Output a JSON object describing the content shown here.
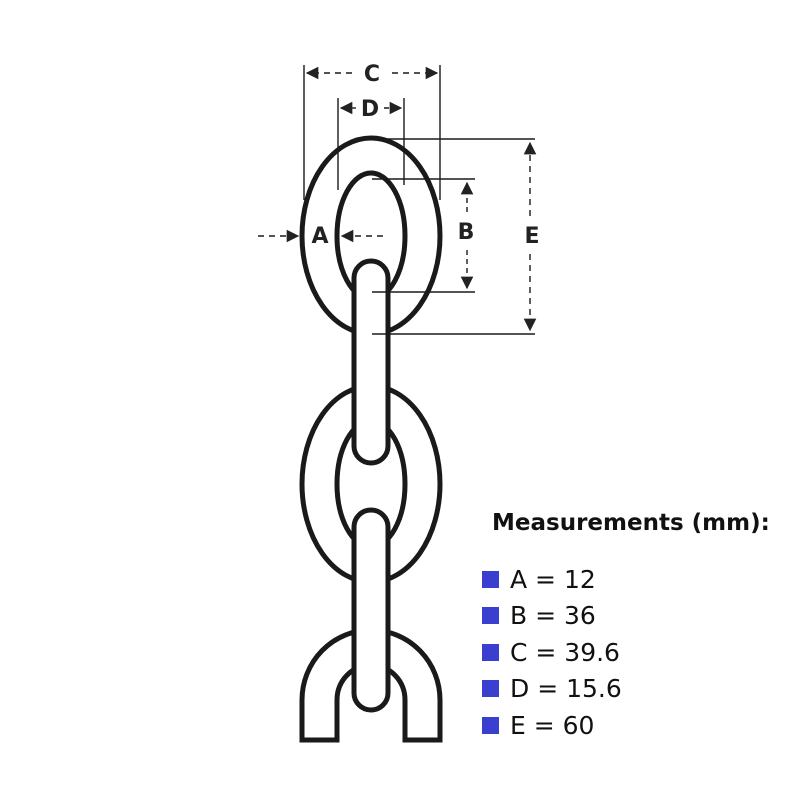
{
  "dimension_labels": {
    "a": "A",
    "b": "B",
    "c": "C",
    "d": "D",
    "e": "E"
  },
  "legend": {
    "title": "Measurements (mm):",
    "swatch_color": "#3a3fcf",
    "items": [
      {
        "text": "A = 12"
      },
      {
        "text": "B = 36"
      },
      {
        "text": "C = 39.6"
      },
      {
        "text": "D = 15.6"
      },
      {
        "text": "E = 60"
      }
    ]
  }
}
